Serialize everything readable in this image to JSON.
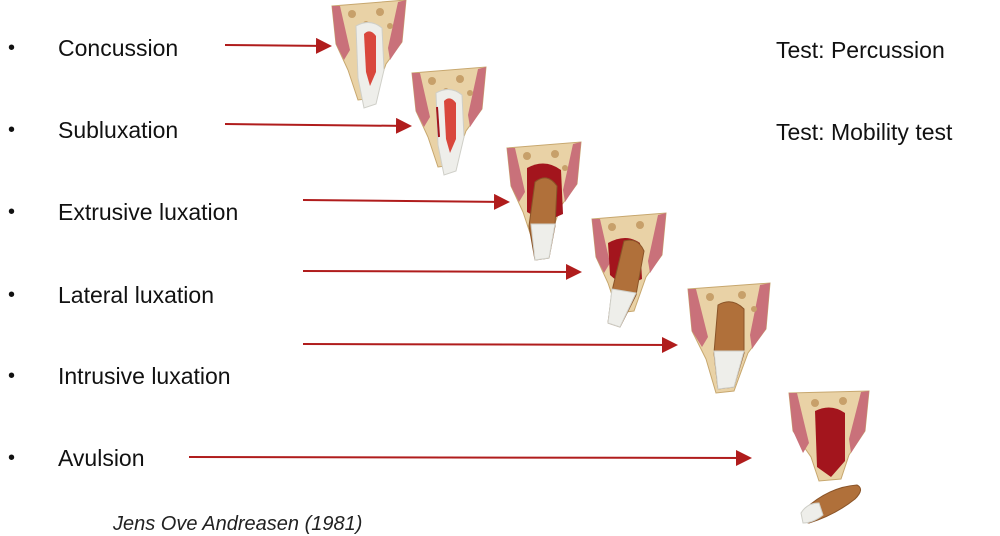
{
  "bullet": "•",
  "items": [
    {
      "label": "Concussion",
      "test": "Test: Percussion"
    },
    {
      "label": "Subluxation",
      "test": "Test: Mobility test"
    },
    {
      "label": "Extrusive luxation"
    },
    {
      "label": "Lateral luxation"
    },
    {
      "label": "Intrusive luxation"
    },
    {
      "label": "Avulsion"
    }
  ],
  "citation": "Jens Ove Andreasen (1981)",
  "colors": {
    "arrow": "#b01c1c",
    "bone": "#e9d2a6",
    "gum": "#c9717a",
    "enamel": "#eeeeea",
    "pulp": "#d9473c",
    "root": "#b0703a",
    "blood": "#a3151d"
  }
}
